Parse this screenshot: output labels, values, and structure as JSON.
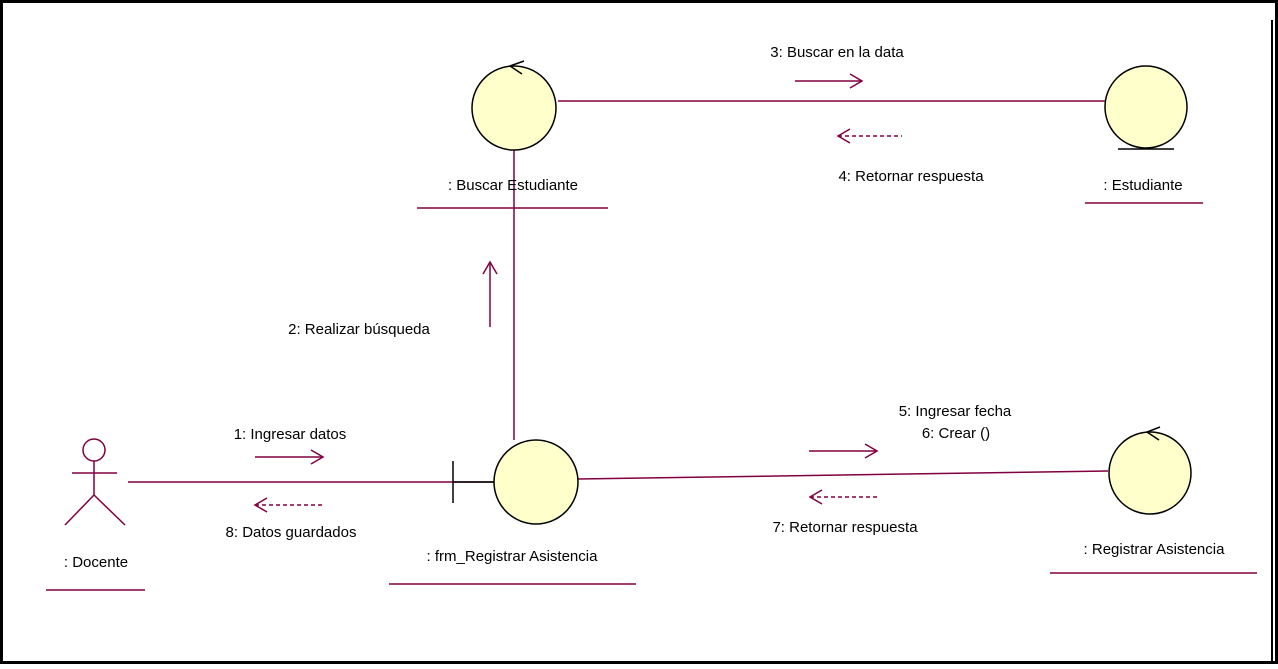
{
  "diagram": {
    "objects": {
      "docente": ": Docente",
      "buscar_estudiante": ": Buscar Estudiante",
      "estudiante": ": Estudiante",
      "frm_registrar": ": frm_Registrar Asistencia",
      "registrar_asistencia": ": Registrar Asistencia"
    },
    "messages": {
      "m1": "1: Ingresar datos",
      "m2": "2: Realizar búsqueda",
      "m3": "3: Buscar en la data",
      "m4": "4: Retornar respuesta",
      "m5": "5: Ingresar fecha",
      "m6": "6: Crear ()",
      "m7": "7: Retornar respuesta",
      "m8": "8: Datos guardados"
    },
    "colors": {
      "object_fill": "#ffffcc",
      "line": "#800040",
      "stroke": "#000000",
      "border": "#000000"
    }
  }
}
